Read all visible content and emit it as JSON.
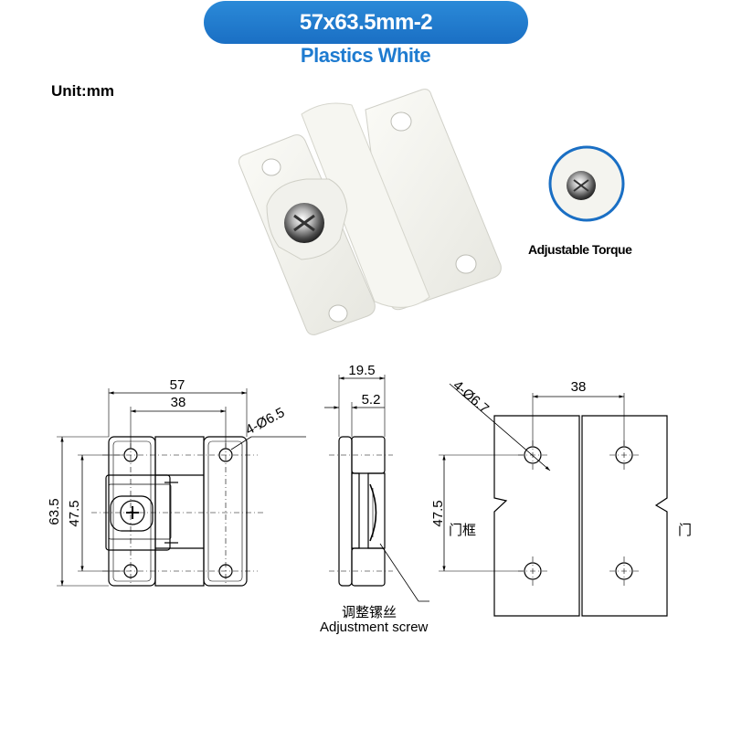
{
  "header": {
    "title": "57x63.5mm-2",
    "subtitle": "Plastics White",
    "unit": "Unit:mm"
  },
  "callout": {
    "label": "Adjustable Torque"
  },
  "front_view": {
    "width": "57",
    "hole_spacing": "38",
    "height": "63.5",
    "hole_height": "47.5",
    "hole_dia": "4-Ø6.5"
  },
  "side_view": {
    "depth": "19.5",
    "offset": "5.2",
    "screw_label_cn": "调整镙丝",
    "screw_label_en": "Adjustment screw"
  },
  "mount_view": {
    "hole_spacing": "38",
    "hole_dia": "4-Ø6.7",
    "hole_height": "47.5",
    "frame_label": "门框",
    "door_label": "门"
  },
  "colors": {
    "accent": "#1a6fc4",
    "hinge_body": "#f4f4ef"
  }
}
